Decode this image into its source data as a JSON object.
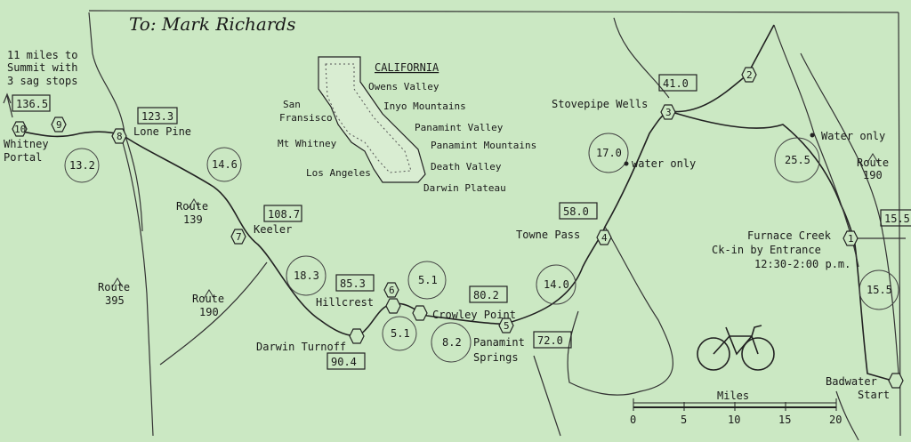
{
  "note": "To: Mark Richards",
  "summit_note": [
    "11 miles to",
    "Summit with",
    "3 sag stops"
  ],
  "inset": {
    "title": "CALIFORNIA",
    "labels": {
      "owens": "Owens Valley",
      "inyo": "Inyo Mountains",
      "sf1": "San",
      "sf2": "Fransisco",
      "panamint_valley": "Panamint Valley",
      "mt_whitney": "Mt Whitney",
      "panamint_mtns": "Panamint Mountains",
      "death_valley": "Death Valley",
      "la": "Los Angeles",
      "darwin": "Darwin Plateau"
    }
  },
  "places": {
    "whitney1": "Whitney",
    "whitney2": "Portal",
    "lone_pine": "Lone Pine",
    "keeler": "Keeler",
    "hillcrest": "Hillcrest",
    "crowley": "Crowley Point",
    "darwin_turnoff": "Darwin Turnoff",
    "panamint1": "Panamint",
    "panamint2": "Springs",
    "towne": "Towne Pass",
    "stovepipe": "Stovepipe Wells",
    "water1": "water only",
    "water2": "Water only",
    "furnace1": "Furnace Creek",
    "furnace2": "Ck-in by Entrance",
    "furnace3": "12:30-2:00 p.m.",
    "badwater1": "Badwater",
    "badwater2": "Start"
  },
  "routes": {
    "r139": [
      "Route",
      "139"
    ],
    "r395": [
      "Route",
      "395"
    ],
    "r190a": [
      "Route",
      "190"
    ],
    "r190b": [
      "Route",
      "190"
    ]
  },
  "mileposts": {
    "m1365": "136.5",
    "m1233": "123.3",
    "m1087": "108.7",
    "m853": "85.3",
    "m904": "90.4",
    "m802": "80.2",
    "m720": "72.0",
    "m580": "58.0",
    "m410": "41.0",
    "m155": "15.5"
  },
  "segments": {
    "s132": "13.2",
    "s146": "14.6",
    "s183": "18.3",
    "s51a": "5.1",
    "s51b": "5.1",
    "s82": "8.2",
    "s140": "14.0",
    "s170": "17.0",
    "s255": "25.5",
    "s155": "15.5"
  },
  "stops": {
    "n10": "10",
    "n9": "9",
    "n8": "8",
    "n7": "7",
    "n6": "6",
    "n5": "5",
    "n4": "4",
    "n3": "3",
    "n2": "2",
    "n1": "1"
  },
  "scale": {
    "title": "Miles",
    "ticks": [
      "0",
      "5",
      "10",
      "15",
      "20"
    ]
  },
  "colors": {
    "paper": "#cbe8c3",
    "ink": "#222222"
  }
}
